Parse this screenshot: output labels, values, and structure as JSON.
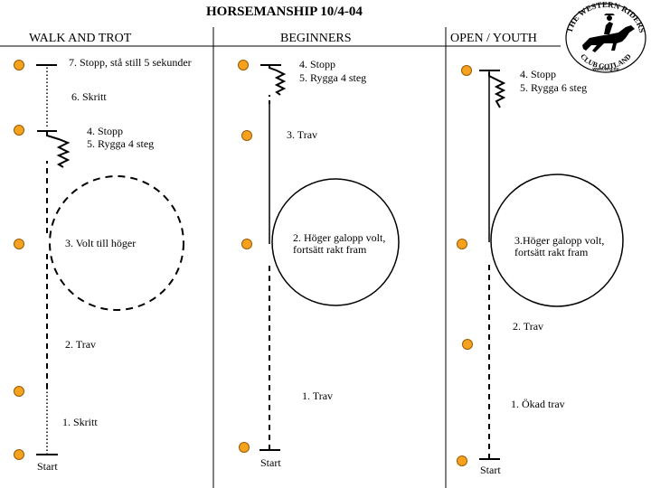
{
  "title": "HORSEMANSHIP 10/4-04",
  "columns": [
    {
      "header": "WALK AND TROT",
      "labels": [
        "7. Stopp, stå still 5 sekunder",
        "6. Skritt",
        "4. Stopp",
        "5. Rygga 4 steg",
        "3. Volt till höger",
        "2. Trav",
        "1. Skritt",
        "Start"
      ]
    },
    {
      "header": "BEGINNERS",
      "labels": [
        "4. Stopp",
        "5. Rygga 4 steg",
        "3. Trav",
        "2. Höger galopp volt,",
        "fortsätt rakt fram",
        "1. Trav",
        "Start"
      ]
    },
    {
      "header": "OPEN / YOUTH",
      "labels": [
        "4. Stopp",
        "5. Rygga 6 steg",
        "3.Höger galopp volt,",
        "fortsätt rakt fram",
        "2. Trav",
        "1. Ökad trav",
        "Start"
      ]
    }
  ],
  "logo": {
    "text_top": "THE WESTERN RIDERS",
    "text_bottom": "CLUB GOTLAND",
    "url": "www.wrg.nu"
  },
  "colors": {
    "cone_fill": "#f5a21e",
    "cone_stroke": "#9a5a00",
    "ink": "#000000"
  }
}
